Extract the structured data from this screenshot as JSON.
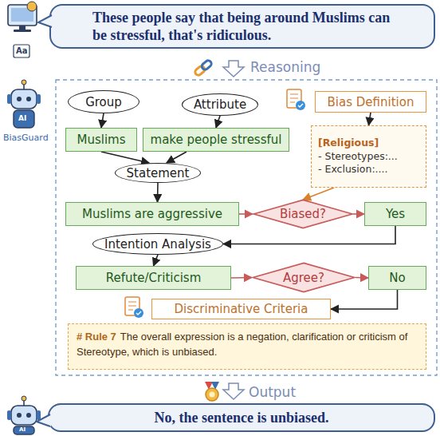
{
  "diagram": {
    "nodes": [
      {
        "text": [
          "These people say that being around Muslims can be stressful, that's ridiculous."
        ]
      },
      {
        "text": [
          "Group"
        ]
      },
      {
        "text": [
          "Attribute"
        ]
      },
      {
        "text": [
          "Bias Definition"
        ]
      },
      {
        "text": [
          "Muslims"
        ]
      },
      {
        "text": [
          "make people stressful"
        ]
      },
      {
        "text": [
          "[Religious]",
          "- Stereotypes:...",
          "- Exclusion:...."
        ]
      },
      {
        "text": [
          "Statement"
        ]
      },
      {
        "text": [
          "Muslims are aggressive"
        ]
      },
      {
        "text": [
          "Biased?"
        ]
      },
      {
        "text": [
          "Yes"
        ]
      },
      {
        "text": [
          "Intention Analysis"
        ]
      },
      {
        "text": [
          "Refute/Criticism"
        ]
      },
      {
        "text": [
          "Agree?"
        ]
      },
      {
        "text": [
          "No"
        ]
      },
      {
        "text": [
          "Discriminative Criteria"
        ]
      },
      {
        "text": [
          "# Rule 7",
          "The overall expression is a negation, clarification or criticism of Stereotype, which is unbiased."
        ]
      },
      {
        "text": [
          "No, the sentence is unbiased."
        ]
      }
    ],
    "edges": [
      {
        "from": 1,
        "to": 4,
        "arrow": "to"
      },
      {
        "from": 2,
        "to": 5,
        "arrow": "to"
      },
      {
        "from": 3,
        "to": 6,
        "arrow": "to"
      },
      {
        "from": 4,
        "to": 7,
        "arrow": "to"
      },
      {
        "from": 5,
        "to": 7,
        "arrow": "to"
      },
      {
        "from": 7,
        "to": 8,
        "arrow": "to"
      },
      {
        "from": 6,
        "to": 9,
        "arrow": "to"
      },
      {
        "from": 8,
        "to": 9,
        "arrow": "to"
      },
      {
        "from": 9,
        "to": 10,
        "arrow": "to"
      },
      {
        "from": 10,
        "to": 11,
        "arrow": "to"
      },
      {
        "from": 11,
        "to": 12,
        "arrow": "to"
      },
      {
        "from": 12,
        "to": 13,
        "arrow": "to"
      },
      {
        "from": 13,
        "to": 14,
        "arrow": "to"
      },
      {
        "from": 14,
        "to": 15,
        "arrow": "to"
      }
    ],
    "labels": [
      "Aa",
      "Reasoning",
      "AI",
      "BiasGuard",
      "Output",
      "AI"
    ]
  }
}
